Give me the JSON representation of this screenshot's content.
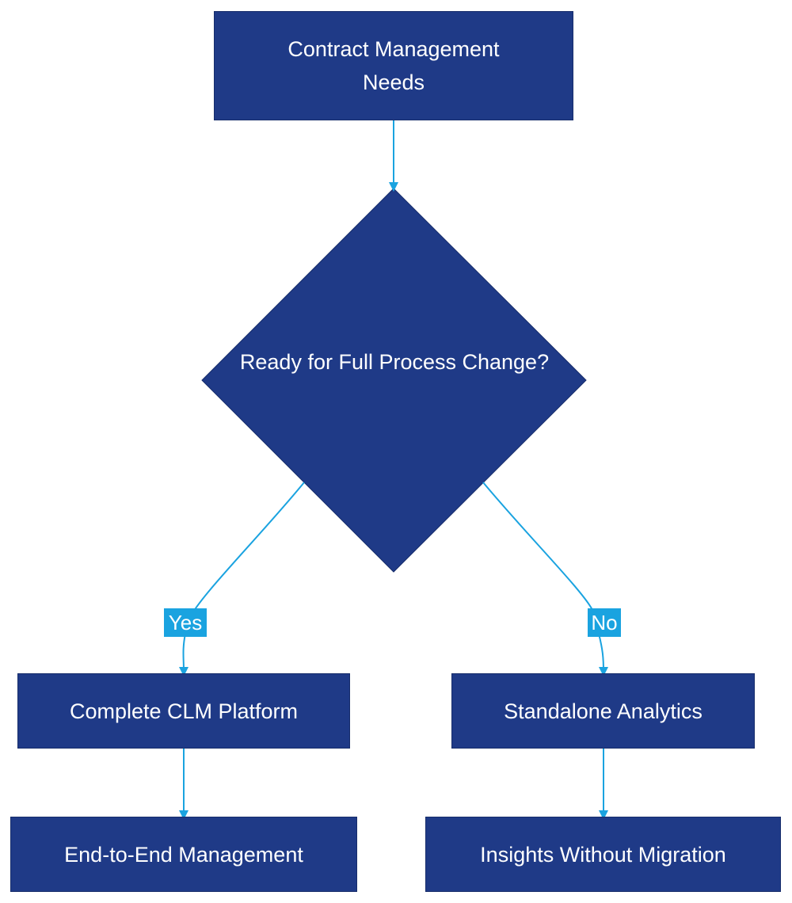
{
  "colors": {
    "node_fill": "#1f3a87",
    "edge": "#1aa3e0",
    "edge_label_bg": "#1aa3e0",
    "text": "#ffffff"
  },
  "nodes": {
    "start": "Contract Management Needs",
    "decision": "Ready for Full Process Change?",
    "yes_branch": "Complete CLM Platform",
    "no_branch": "Standalone Analytics",
    "yes_outcome": "End-to-End Management",
    "no_outcome": "Insights Without Migration"
  },
  "edges": {
    "yes_label": "Yes",
    "no_label": "No"
  }
}
